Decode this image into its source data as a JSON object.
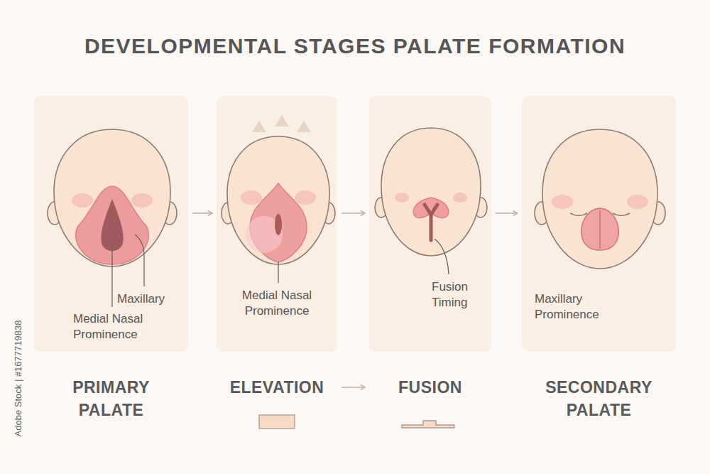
{
  "diagram": {
    "title": "DEVELOPMENTAL STAGES PALATE FORMATION",
    "nodes": [
      {
        "text": [
          "Maxillary",
          "Medial Nasal Prominence",
          "PRIMARY PALATE"
        ]
      },
      {
        "text": [
          "Medial Nasal Prominence",
          "ELEVATION"
        ]
      },
      {
        "text": [
          "Fusion Timing",
          "FUSION"
        ]
      },
      {
        "text": [
          "Maxillary Prominence",
          "SECONDARY PALATE"
        ]
      }
    ],
    "edges": [
      {
        "from": 0,
        "to": 1,
        "arrow": "to"
      },
      {
        "from": 1,
        "to": 2,
        "arrow": "to"
      },
      {
        "from": 2,
        "to": 3,
        "arrow": "to"
      },
      {
        "from": 1,
        "to": 2,
        "arrow": "to"
      }
    ],
    "labels": [
      "Adobe Stock | #1677719838"
    ]
  }
}
